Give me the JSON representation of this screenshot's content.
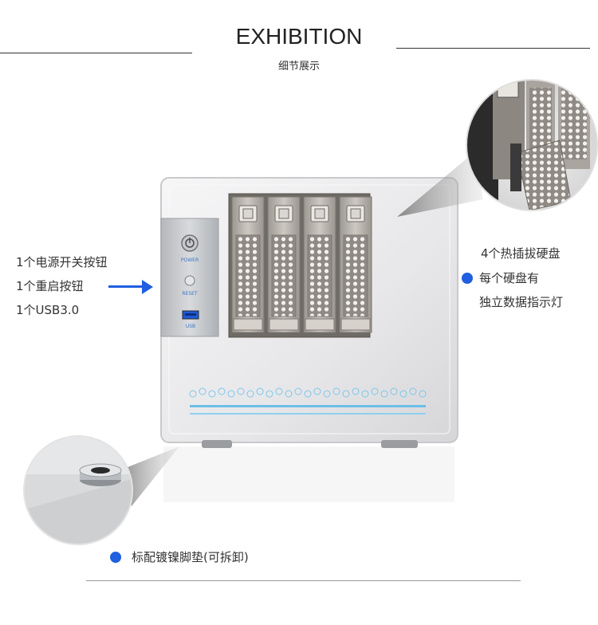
{
  "header": {
    "title": "EXHIBITION",
    "subtitle": "细节展示"
  },
  "left_labels": {
    "power": "1个电源开关按钮",
    "reset": "1个重启按钮",
    "usb": "1个USB3.0"
  },
  "right_labels": {
    "bays": "4个热插拔硬盘",
    "indicator_line1": "每个硬盘有",
    "indicator_line2": "独立数据指示灯"
  },
  "bottom_label": "标配镀镍脚垫(可拆卸)",
  "front_panel": {
    "power_text": "POWER",
    "reset_text": "RESET",
    "usb_text": "USB"
  },
  "colors": {
    "accent": "#1f5fe0",
    "chassis": "#e9e9ea",
    "bay_tray": "#b8b3ad",
    "stripe": "#6bbfe6"
  },
  "icons": {
    "arrow": "arrow-right-icon",
    "bullet": "bullet-dot-icon",
    "power": "power-icon"
  }
}
